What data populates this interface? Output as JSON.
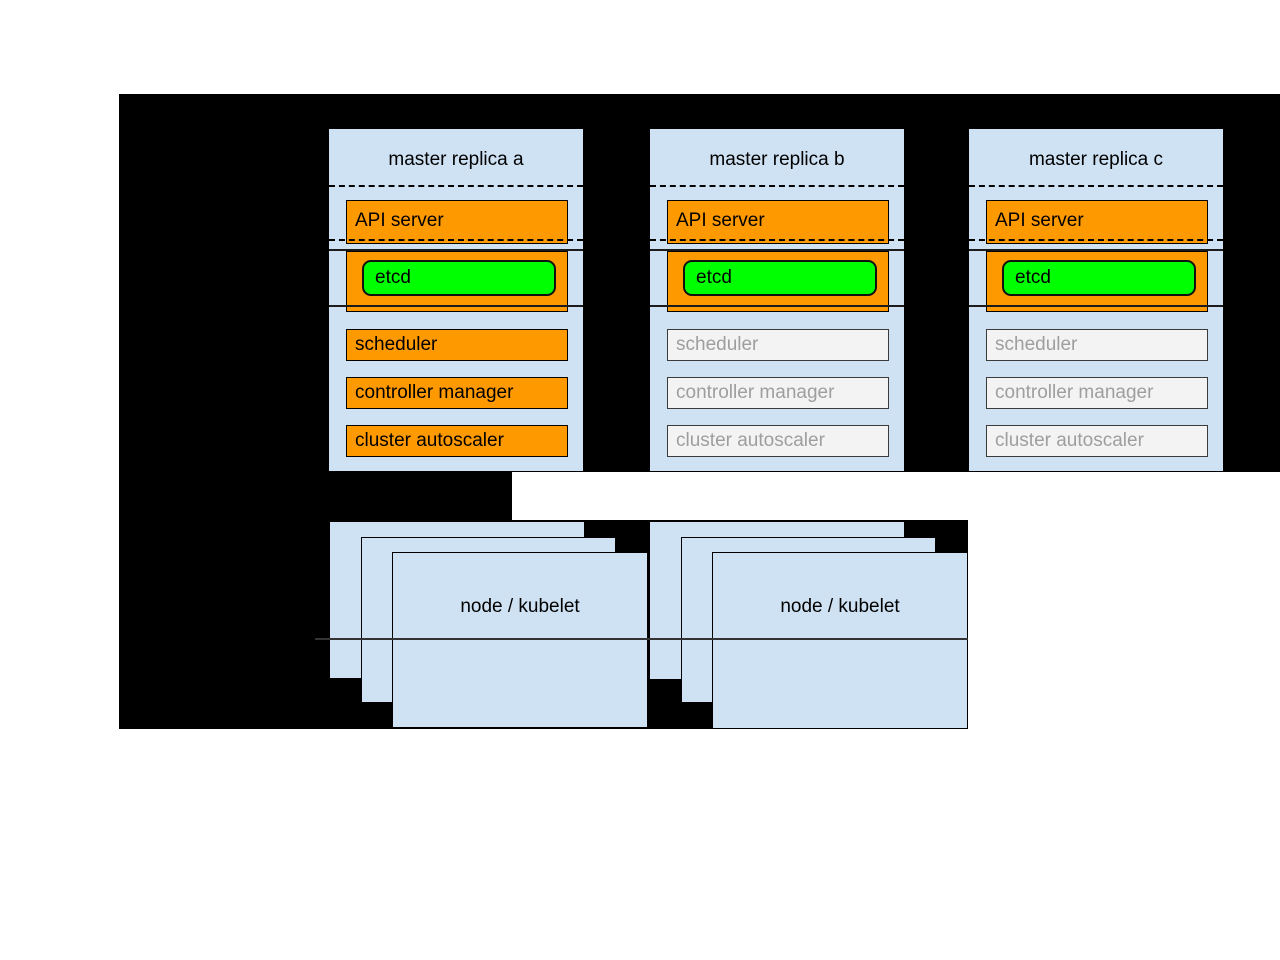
{
  "diagram": {
    "description": "High-availability Kubernetes control plane diagram with three master replicas and node stacks",
    "masters": [
      {
        "title": "master replica a",
        "state": "active",
        "api_server_label": "API server",
        "etcd_label": "etcd",
        "components": [
          {
            "label": "scheduler",
            "state": "active"
          },
          {
            "label": "controller manager",
            "state": "active"
          },
          {
            "label": "cluster autoscaler",
            "state": "active"
          }
        ]
      },
      {
        "title": "master replica b",
        "state": "standby",
        "api_server_label": "API server",
        "etcd_label": "etcd",
        "components": [
          {
            "label": "scheduler",
            "state": "standby"
          },
          {
            "label": "controller manager",
            "state": "standby"
          },
          {
            "label": "cluster autoscaler",
            "state": "standby"
          }
        ]
      },
      {
        "title": "master replica c",
        "state": "standby",
        "api_server_label": "API server",
        "etcd_label": "etcd",
        "components": [
          {
            "label": "scheduler",
            "state": "standby"
          },
          {
            "label": "controller manager",
            "state": "standby"
          },
          {
            "label": "cluster autoscaler",
            "state": "standby"
          }
        ]
      }
    ],
    "node_stacks": [
      {
        "label": "node / kubelet"
      },
      {
        "label": "node / kubelet"
      }
    ],
    "colors": {
      "backdrop": "#000000",
      "box_blue": "#cfe2f3",
      "active_orange": "#ff9900",
      "etcd_green": "#00ff00",
      "standby_fill": "#f3f3f3",
      "standby_text": "#9e9e9e"
    }
  }
}
